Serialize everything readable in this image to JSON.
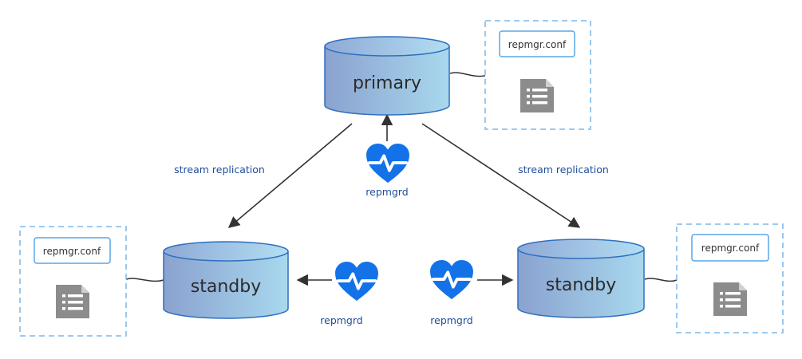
{
  "nodes": {
    "primary": {
      "label": "primary"
    },
    "standby_left": {
      "label": "standby"
    },
    "standby_right": {
      "label": "standby"
    }
  },
  "config_files": {
    "primary": {
      "label": "repmgr.conf"
    },
    "standby_left": {
      "label": "repmgr.conf"
    },
    "standby_right": {
      "label": "repmgr.conf"
    }
  },
  "edges": {
    "replication_left": {
      "label": "stream replication"
    },
    "replication_right": {
      "label": "stream replication"
    }
  },
  "daemons": {
    "primary": {
      "label": "repmgrd"
    },
    "standby_left": {
      "label": "repmgrd"
    },
    "standby_right": {
      "label": "repmgrd"
    }
  },
  "colors": {
    "cylinder_border": "#2e6fbf",
    "cylinder_fill_left": "#8aa2cf",
    "cylinder_fill_right": "#a8d8ee",
    "heart": "#1372e8",
    "dashed_border": "#8ec3ee",
    "config_label_border": "#5aa5e6",
    "edge_label": "#1f4e9c"
  }
}
